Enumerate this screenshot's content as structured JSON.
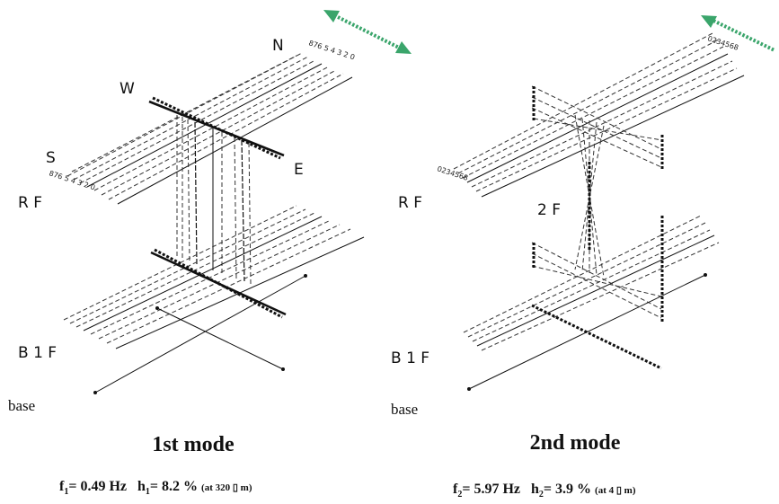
{
  "panels": [
    {
      "id": "mode1",
      "mode_title": "1st mode",
      "formula": {
        "f_sym": "f",
        "f_sub": "1",
        "f_val": "= 0.49 Hz",
        "h_sym": "h",
        "h_sub": "1",
        "h_val": "= 8.2 %",
        "note": "(at 320 ▯ m)"
      },
      "labels": {
        "north": "N",
        "west": "W",
        "south": "S",
        "east": "E",
        "roof": "R F",
        "b1": "B 1 F",
        "base": "base",
        "nums_north": "876 5 4 3 2 0",
        "nums_south": "876 5 4 3 2 0"
      },
      "arrow_color": "#3aa56b"
    },
    {
      "id": "mode2",
      "mode_title": "2nd mode",
      "formula": {
        "f_sym": "f",
        "f_sub": "2",
        "f_val": "= 5.97 Hz",
        "h_sym": "h",
        "h_sub": "2",
        "h_val": "= 3.9 %",
        "note": "(at 4 ▯ m)"
      },
      "labels": {
        "roof": "R F",
        "floor2": "2 F",
        "b1": "B 1 F",
        "base": "base",
        "nums_north": "0234568",
        "nums_south": "0234568"
      },
      "arrow_color": "#3aa56b"
    }
  ]
}
